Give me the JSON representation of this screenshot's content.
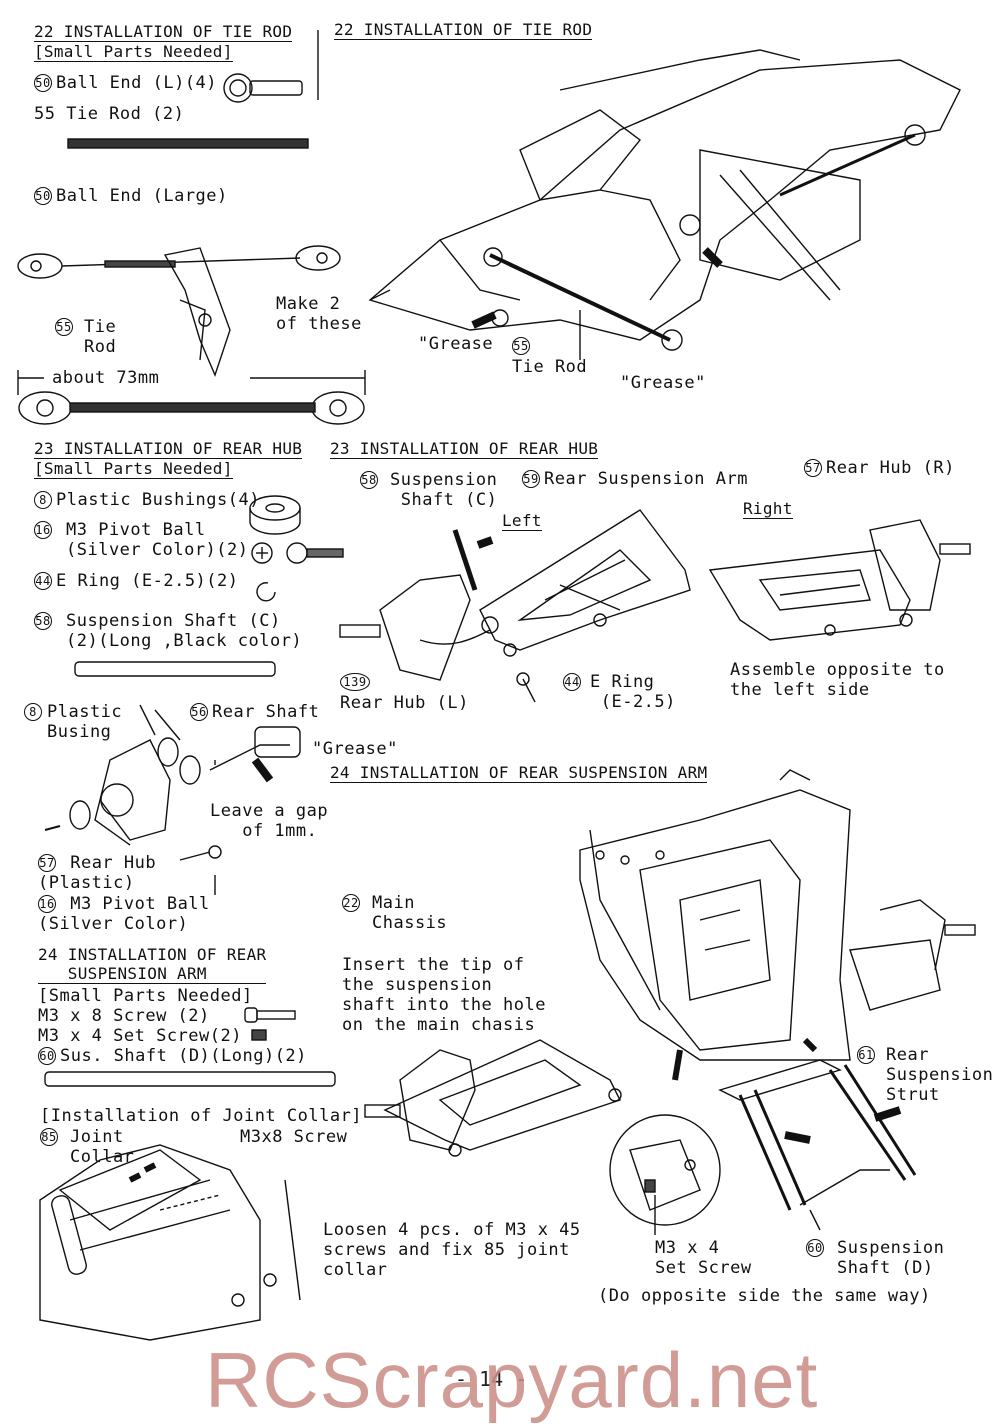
{
  "s22": {
    "head_left": "22 INSTALLATION OF TIE ROD",
    "small_parts": "[Small Parts Needed]",
    "item1_num": "50",
    "item1": "Ball End (L)(4)",
    "item2_num": "55",
    "item2": "Tie Rod (2)",
    "ball_large_num": "50",
    "ball_large": "Ball End (Large)",
    "make": "Make 2\nof these",
    "tie_num": "55",
    "tie": "Tie\nRod",
    "about": "about 73mm",
    "head_right": "22 INSTALLATION OF TIE ROD",
    "grease1": "\"Grease",
    "tie_rod_num": "55",
    "tie_rod": "Tie Rod",
    "grease2": "\"Grease\""
  },
  "s23": {
    "head_left": "23 INSTALLATION OF REAR HUB",
    "small_parts": "[Small Parts Needed]",
    "p1_num": "8",
    "p1": "Plastic Bushings(4)",
    "p2_num": "16",
    "p2": "M3 Pivot Ball\n(Silver Color)(2)",
    "p3_num": "44",
    "p3": "E Ring (E-2.5)(2)",
    "p4_num": "58",
    "p4": "Suspension Shaft (C)\n(2)(Long ,Black color)",
    "busing_num": "8",
    "busing": "Plastic\nBusing",
    "shaft_num": "56",
    "shaft": "Rear Shaft",
    "grease": "\"Grease\"",
    "gap": "Leave a gap\n   of 1mm.",
    "hub_num": "57",
    "hub": "Rear Hub\n(Plastic)",
    "pivot_num": "16",
    "pivot": "M3 Pivot Ball\n(Silver Color)",
    "head_right": "23 INSTALLATION OF REAR HUB",
    "susp_num": "58",
    "susp": "Suspension\n Shaft (C)",
    "arm_num": "59",
    "arm": "Rear Suspension Arm",
    "rhub_num": "57",
    "rhub": "Rear Hub (R)",
    "left": "Left",
    "right": "Right",
    "hubl_num": "139",
    "hubl": "Rear Hub (L)",
    "ering_num": "44",
    "ering": "E Ring\n (E-2.5)",
    "opposite": "Assemble opposite to\nthe left side"
  },
  "s24": {
    "head_left": "24 INSTALLATION OF REAR\n   SUSPENSION ARM",
    "small_parts": "[Small Parts Needed]",
    "p1": "M3 x 8 Screw (2)",
    "p2": "M3 x 4 Set Screw(2)",
    "p3_num": "60",
    "p3": "Sus. Shaft (D)(Long)(2)",
    "joint_head": "[Installation of Joint Collar]",
    "joint_num": "85",
    "joint": "Joint\nCollar",
    "m3x8": "M3x8 Screw",
    "loosen": "Loosen 4 pcs. of M3 x 45\nscrews and fix 85 joint\ncollar",
    "head_right": "24 INSTALLATION OF REAR SUSPENSION ARM",
    "chassis_num": "22",
    "chassis": "Main\nChassis",
    "insert": "Insert the tip of\nthe suspension\nshaft into the hole\non the main chasis",
    "strut_num": "61",
    "strut": "Rear\nSuspension\nStrut",
    "setscrew": "M3 x 4\nSet Screw",
    "shaftd_num": "60",
    "shaftd": "Suspension\nShaft (D)",
    "opposite": "(Do opposite side the same way)"
  },
  "page_num": "- 14 -",
  "watermark": "RCScrapyard.net"
}
